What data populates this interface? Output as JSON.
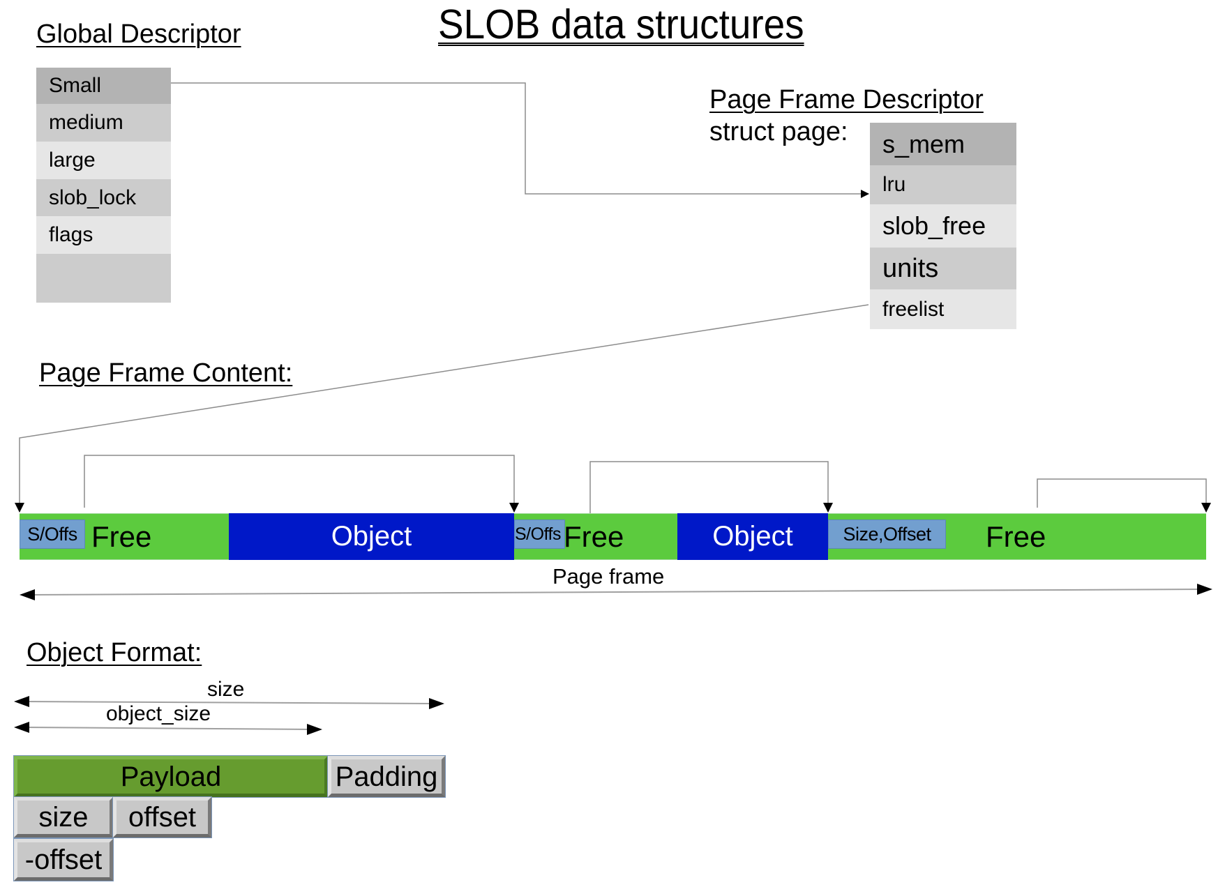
{
  "title": "SLOB data structures",
  "global_descriptor": {
    "heading": "Global Descriptor",
    "fields": [
      "Small",
      "medium",
      "large",
      "slob_lock",
      "flags",
      ""
    ]
  },
  "page_frame_descriptor": {
    "heading": "Page Frame Descriptor",
    "struct_label": "struct page:",
    "fields": [
      "s_mem",
      "lru",
      "slob_free",
      "units",
      "freelist"
    ]
  },
  "page_frame_content": {
    "heading": "Page Frame Content:",
    "segments": [
      {
        "kind": "free",
        "label": "Free",
        "header": "S/Offs"
      },
      {
        "kind": "object",
        "label": "Object"
      },
      {
        "kind": "free",
        "label": "Free",
        "header": "S/Offs"
      },
      {
        "kind": "object",
        "label": "Object"
      },
      {
        "kind": "free",
        "label": "Free",
        "header": "Size,Offset"
      }
    ],
    "span_label": "Page frame"
  },
  "object_format": {
    "heading": "Object Format:",
    "size_label": "size",
    "object_size_label": "object_size",
    "payload": "Payload",
    "padding": "Padding",
    "header_fields": [
      "size",
      "offset"
    ],
    "alt_header_fields": [
      "-offset"
    ]
  },
  "colors": {
    "free": "#5ccb3e",
    "object": "#0018c8",
    "header": "#729fcf",
    "payload": "#669c2f",
    "padding": "#c8c8c8",
    "row_dark": "#b3b3b3",
    "row_mid": "#cccccc",
    "row_light": "#e6e6e6",
    "connector": "#8c8c8c"
  }
}
